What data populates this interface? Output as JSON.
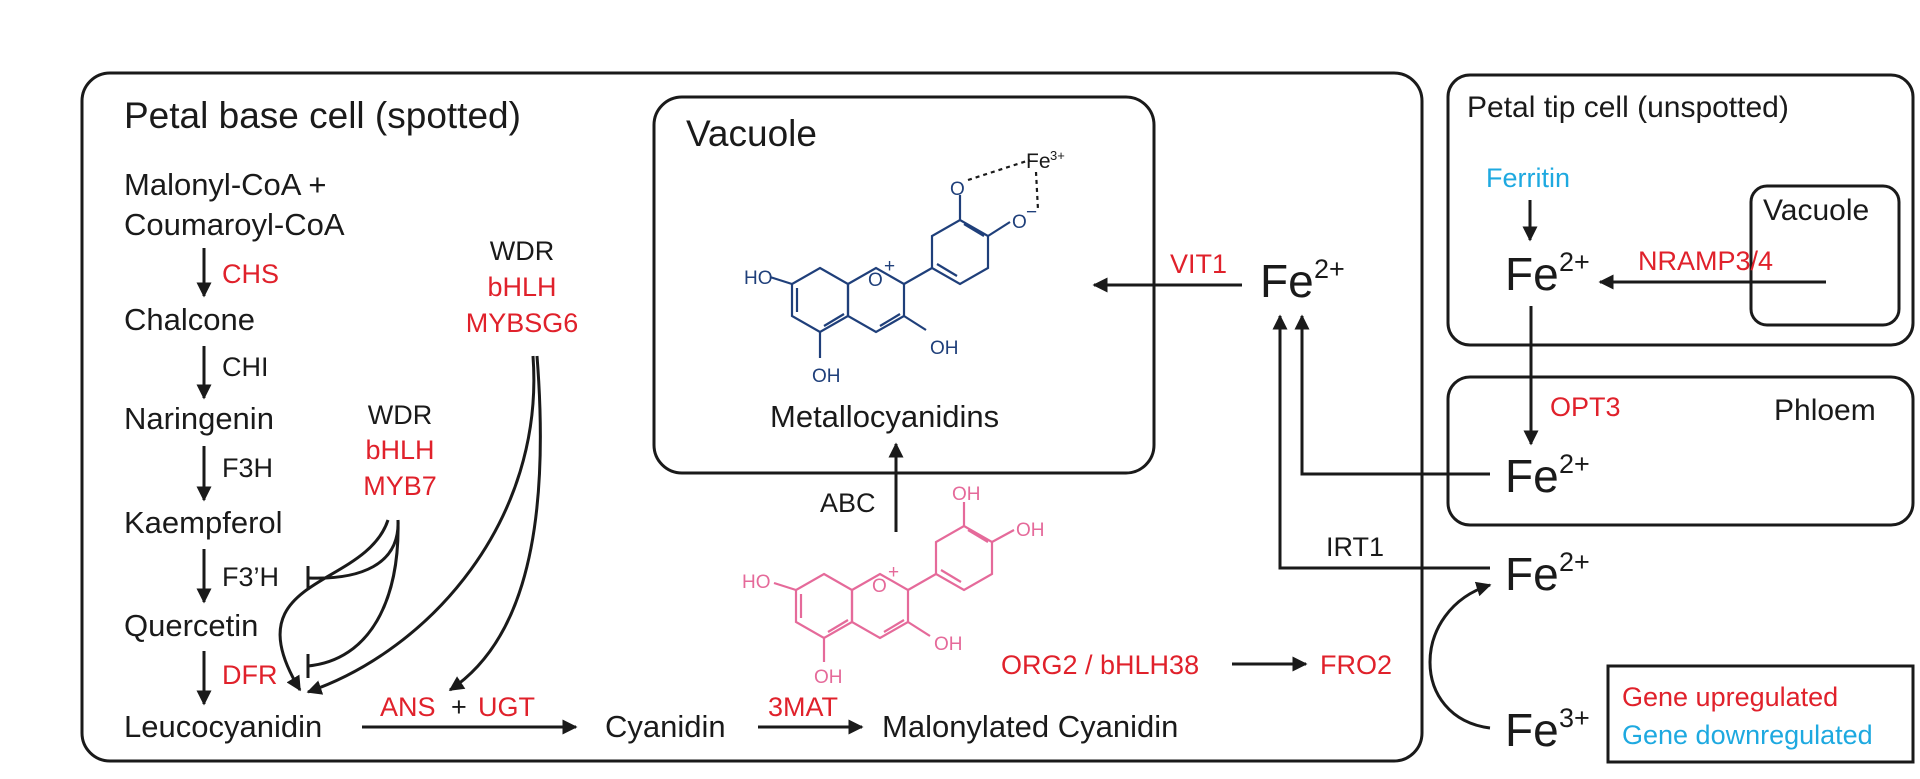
{
  "compartments": {
    "petal_base": "Petal base cell (spotted)",
    "vacuole_main": "Vacuole",
    "petal_tip": "Petal tip cell (unspotted)",
    "vacuole_tip": "Vacuole",
    "phloem": "Phloem"
  },
  "pathway": {
    "malonyl": "Malonyl-CoA +",
    "coumaroyl": "Coumaroyl-CoA",
    "chalcone": "Chalcone",
    "naringenin": "Naringenin",
    "kaempferol": "Kaempferol",
    "quercetin": "Quercetin",
    "leucocyanidin": "Leucocyanidin",
    "cyanidin": "Cyanidin",
    "malonylated_cyanidin": "Malonylated Cyanidin",
    "metallocyanidins": "Metallocyanidins"
  },
  "enzymes": {
    "chs": "CHS",
    "chi": "CHI",
    "f3h": "F3H",
    "f3prime_h": "F3’H",
    "dfr": "DFR",
    "ans": "ANS",
    "plus": "+",
    "ugt": "UGT",
    "mat3": "3MAT",
    "abc": "ABC",
    "vit1": "VIT1",
    "org2": "ORG2 / bHLH38",
    "fro2": "FRO2",
    "irt1": "IRT1",
    "opt3": "OPT3",
    "nramp": "NRAMP3/4",
    "ferritin": "Ferritin"
  },
  "regulators": {
    "mbw1": {
      "wdr": "WDR",
      "bhlh": "bHLH",
      "myb": "MYBSG6"
    },
    "mbw2": {
      "wdr": "WDR",
      "bhlh": "bHLH",
      "myb": "MYB7"
    }
  },
  "iron": {
    "fe2": "Fe",
    "fe2_charge": "2+",
    "fe3": "Fe",
    "fe3_charge": "3+"
  },
  "molecule_labels": {
    "oh": "HO",
    "o_plus": "O",
    "fe3_small": "Fe",
    "fe3_small_charge": "3+",
    "o_minus": "O"
  },
  "legend": {
    "up": "Gene upregulated",
    "down": "Gene downregulated"
  },
  "colors": {
    "upregulated": "#e0212b",
    "downregulated": "#1ea9e0",
    "metallocyanidin": "#1f3f7a",
    "cyanidin": "#e56a9a"
  }
}
